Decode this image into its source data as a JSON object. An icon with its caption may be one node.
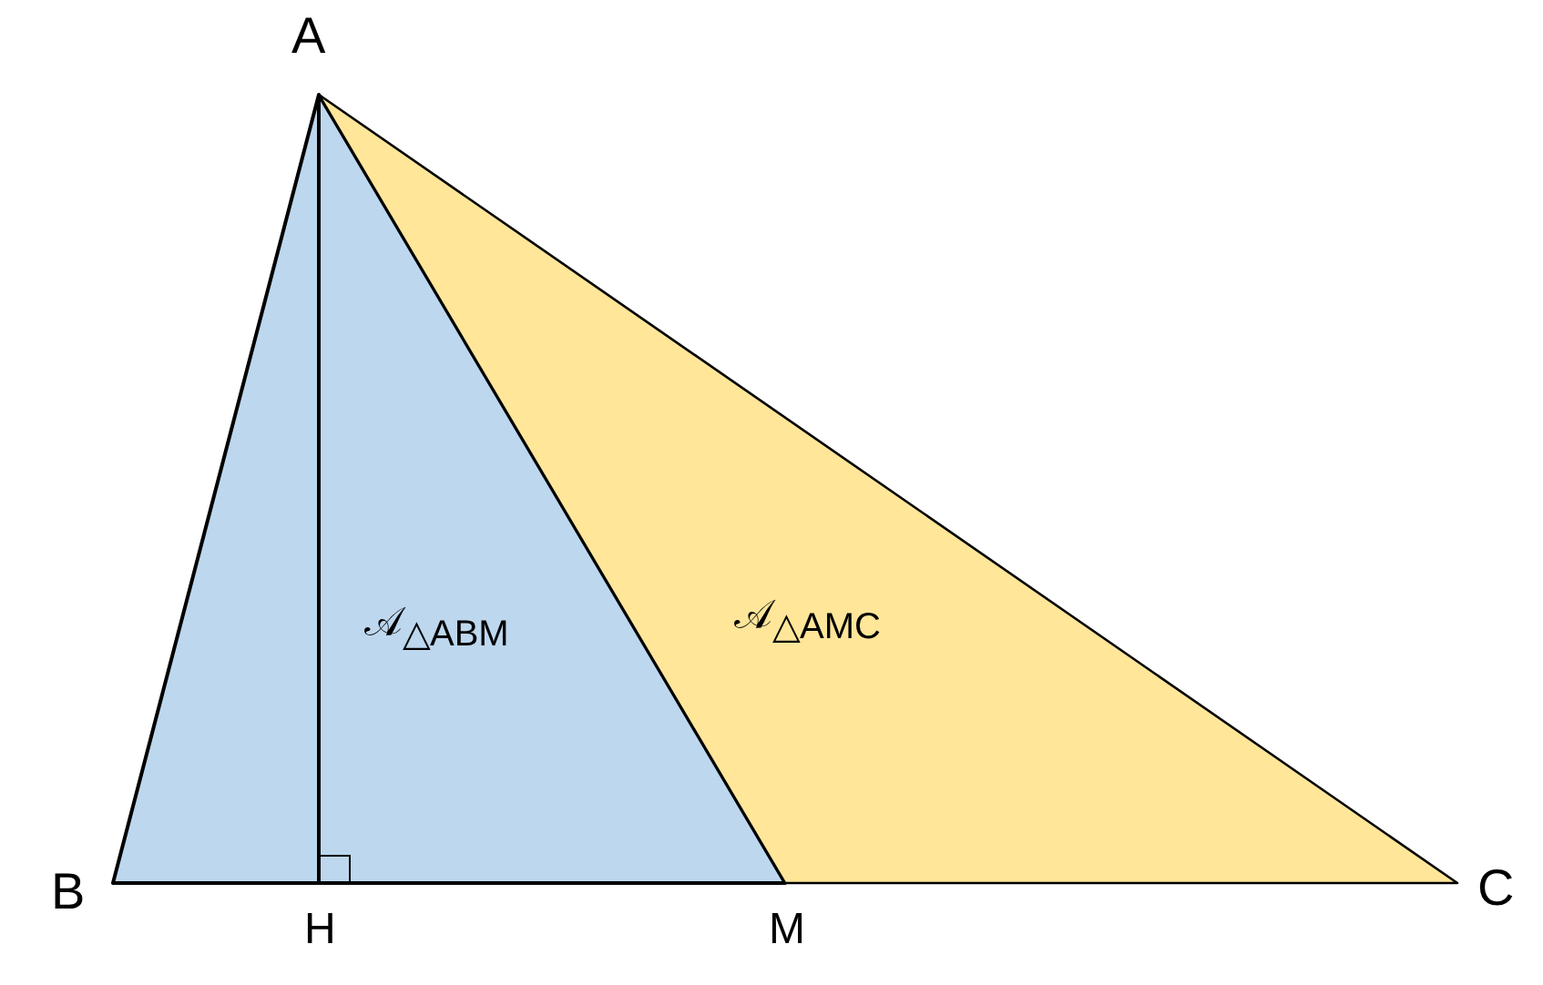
{
  "diagram": {
    "nodes": [
      {
        "text": [
          "𝒜$_{△ABM}$"
        ]
      },
      {
        "text": [
          "𝒜$_{△AMC}$"
        ]
      }
    ],
    "labels": [
      "A",
      "B",
      "C",
      "H",
      "M"
    ]
  }
}
